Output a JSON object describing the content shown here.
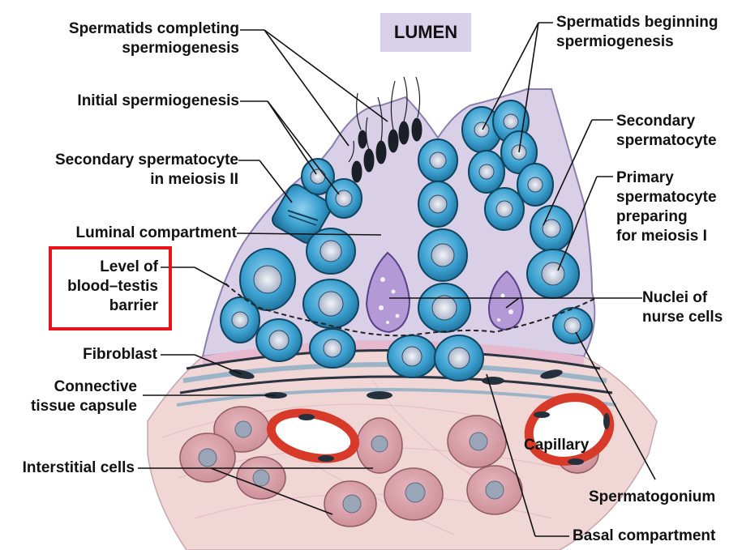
{
  "lumen": "LUMEN",
  "labels": {
    "spermatids_completing": [
      "Spermatids completing",
      "spermiogenesis"
    ],
    "initial_spermiogenesis": "Initial spermiogenesis",
    "secondary_spermatocyte_meiosis": [
      "Secondary spermatocyte",
      "in meiosis II"
    ],
    "luminal_compartment": "Luminal compartment",
    "blood_testis_barrier": [
      "Level of",
      "blood–testis",
      "barrier"
    ],
    "fibroblast": "Fibroblast",
    "connective_tissue": [
      "Connective",
      "tissue capsule"
    ],
    "interstitial_cells": "Interstitial cells",
    "spermatids_beginning": [
      "Spermatids beginning",
      "spermiogenesis"
    ],
    "secondary_spermatocyte": [
      "Secondary",
      "spermatocyte"
    ],
    "primary_spermatocyte": [
      "Primary",
      "spermatocyte",
      "preparing",
      "for meiosis I"
    ],
    "nuclei_nurse": [
      "Nuclei of",
      "nurse cells"
    ],
    "capillary": "Capillary",
    "spermatogonium": "Spermatogonium",
    "basal_compartment": "Basal compartment"
  },
  "colors": {
    "highlight": "#e8141c",
    "lumen_box": "#d8d0e8",
    "germ_cell": "#3a9fcf",
    "epithelium": "#d9cfe6",
    "interstitium": "#efd0d0",
    "capillary_wall": "#d83a2a"
  }
}
